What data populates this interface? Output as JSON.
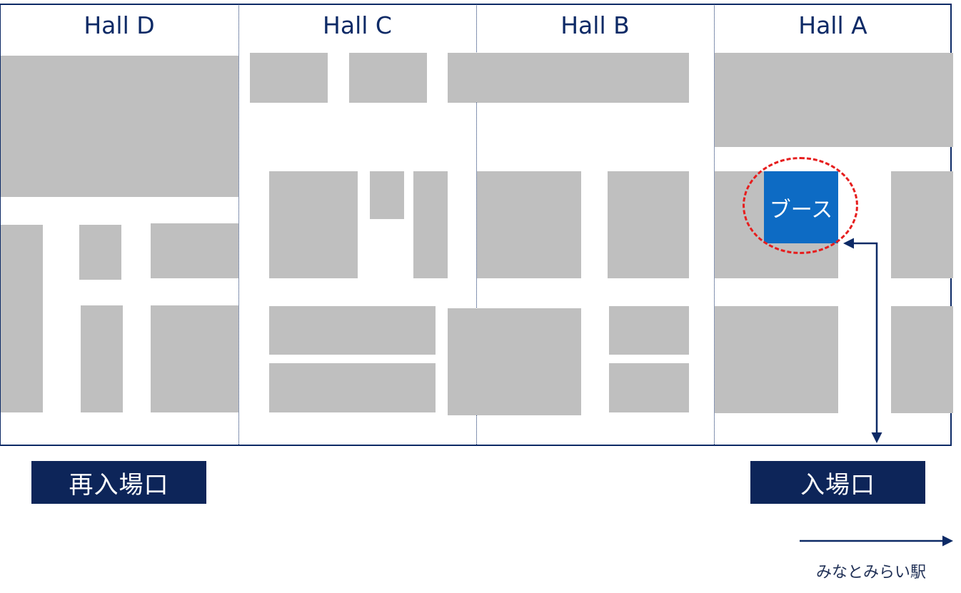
{
  "halls": [
    {
      "id": "d",
      "label": "Hall D"
    },
    {
      "id": "c",
      "label": "Hall C"
    },
    {
      "id": "b",
      "label": "Hall B"
    },
    {
      "id": "a",
      "label": "Hall A"
    }
  ],
  "booth": {
    "label": "ブース"
  },
  "entrances": {
    "reentry": "再入場口",
    "main": "入場口"
  },
  "station": {
    "label": "みなとみらい駅"
  },
  "colors": {
    "navy": "#0d2a66",
    "block_gray": "#bfbfbf",
    "booth_blue": "#0d6bc4",
    "highlight_red": "#e61e1e"
  }
}
